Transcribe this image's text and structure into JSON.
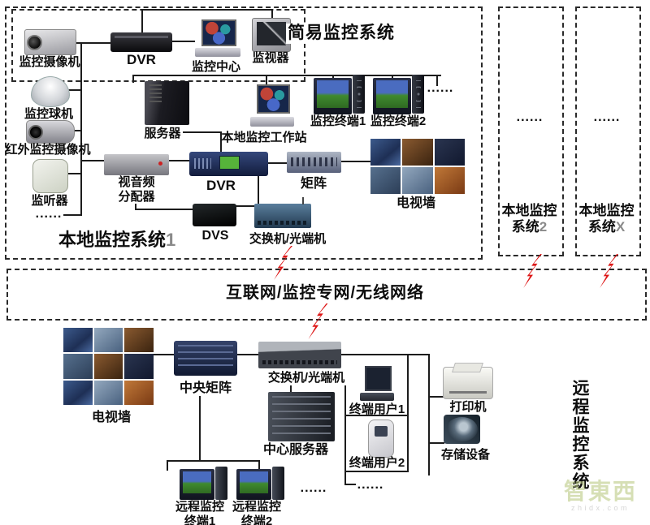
{
  "simple_system": {
    "title": "简易监控系统",
    "camera_label": "监控摄像机",
    "dvr_label": "DVR",
    "center_label": "监控中心",
    "monitor_label": "监视器"
  },
  "local_system_1": {
    "title": "本地监控系统",
    "title_num": "1",
    "dome_label": "监控球机",
    "ir_camera_label": "红外监控摄像机",
    "listener_label": "监听器",
    "ellipsis_left": "......",
    "server_label": "服务器",
    "workstation_label": "本地监控工作站",
    "distributor_line1": "视音频",
    "distributor_line2": "分配器",
    "dvr_label": "DVR",
    "matrix_label": "矩阵",
    "terminal1_label": "监控终端1",
    "terminal2_label": "监控终端2",
    "ellipsis_top": "......",
    "tv_wall_label": "电视墙",
    "dvs_label": "DVS",
    "switch_label": "交换机/光端机"
  },
  "local_system_2": {
    "title_line1": "本地监控",
    "title_line2": "系统",
    "title_num": "2",
    "ellipsis": "......"
  },
  "local_system_x": {
    "title_line1": "本地监控",
    "title_line2": "系统",
    "title_num": "X",
    "ellipsis": "......"
  },
  "network": {
    "label": "互联网/监控专网/无线网络"
  },
  "remote_system": {
    "title": "远程监控系统",
    "tv_wall_label": "电视墙",
    "central_matrix_label": "中央矩阵",
    "switch_label": "交换机/光端机",
    "server_label": "中心服务器",
    "user1_label": "终端用户1",
    "user2_label": "终端用户2",
    "printer_label": "打印机",
    "storage_label": "存储设备",
    "remote_terminal1_line1": "远程监控",
    "remote_terminal1_line2": "终端1",
    "remote_terminal2_line1": "远程监控",
    "remote_terminal2_line2": "终端2",
    "ellipsis_terminals": "......",
    "ellipsis_users": "......"
  },
  "watermark": {
    "logo": "智東西",
    "domain": "zhidx.com"
  },
  "colors": {
    "bolt_red": "#dd1414",
    "line_dark": "#1c1c1c"
  }
}
